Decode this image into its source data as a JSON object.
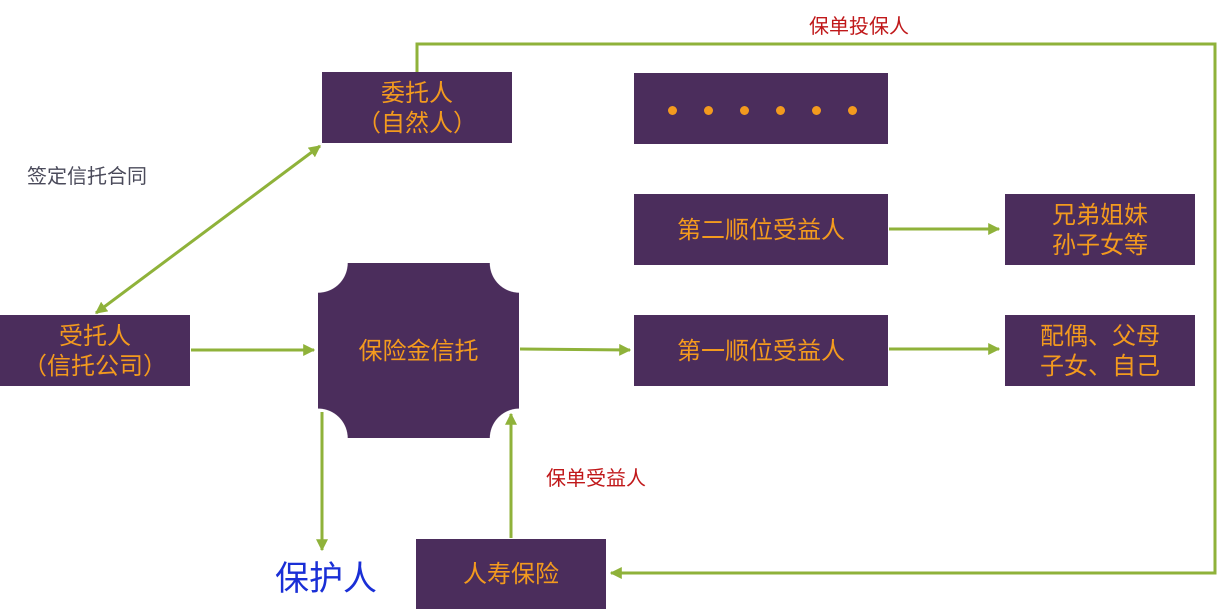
{
  "labels": {
    "policy_holder": "保单投保人",
    "sign_contract": "签定信托合同",
    "policy_beneficiary": "保单受益人",
    "protector": "保护人"
  },
  "boxes": {
    "settlor": [
      "委托人",
      "（自然人）"
    ],
    "trustee": [
      "受托人",
      "（信托公司）"
    ],
    "insurance_trust": [
      "保险金信托"
    ],
    "second_beneficiary": [
      "第二顺位受益人"
    ],
    "first_beneficiary": [
      "第一顺位受益人"
    ],
    "siblings": [
      "兄弟姐妹",
      "孙子女等"
    ],
    "family": [
      "配偶、父母",
      "子女、自己"
    ],
    "life_insurance": [
      "人寿保险"
    ]
  },
  "colors": {
    "box_fill": "#4b2d5c",
    "box_text": "#f39a1e",
    "arrow": "#8fb23a"
  }
}
